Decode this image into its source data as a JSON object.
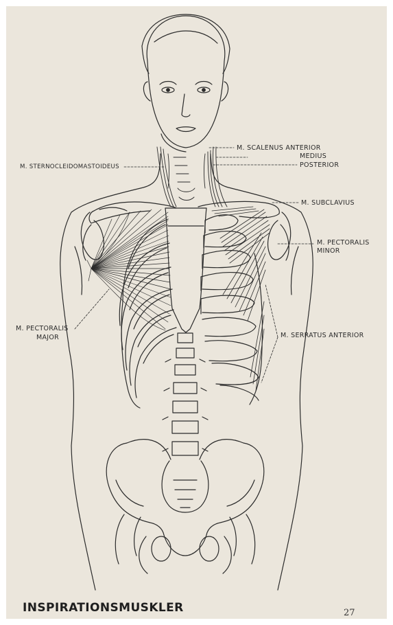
{
  "labels": {
    "scalenus_anterior": "M. SCALENUS  ANTERIOR",
    "scalenus_medius": "MEDIUS",
    "scalenus_posterior": "POSTERIOR",
    "sternocleidomastoideus": "M. STERNOCLEIDOMASTOIDEUS",
    "subclavius": "M. SUBCLAVIUS",
    "pectoralis_minor_1": "M. PECTORALIS",
    "pectoralis_minor_2": "MINOR",
    "pectoralis_major_1": "M. PECTORALIS",
    "pectoralis_major_2": "MAJOR",
    "serratus_anterior": "M. SERRATUS  ANTERIOR"
  },
  "title": "INSPIRATIONSMUSKLER",
  "page_number": "27",
  "colors": {
    "paper": "#ebe6dc",
    "ink": "#2b2b2b"
  }
}
